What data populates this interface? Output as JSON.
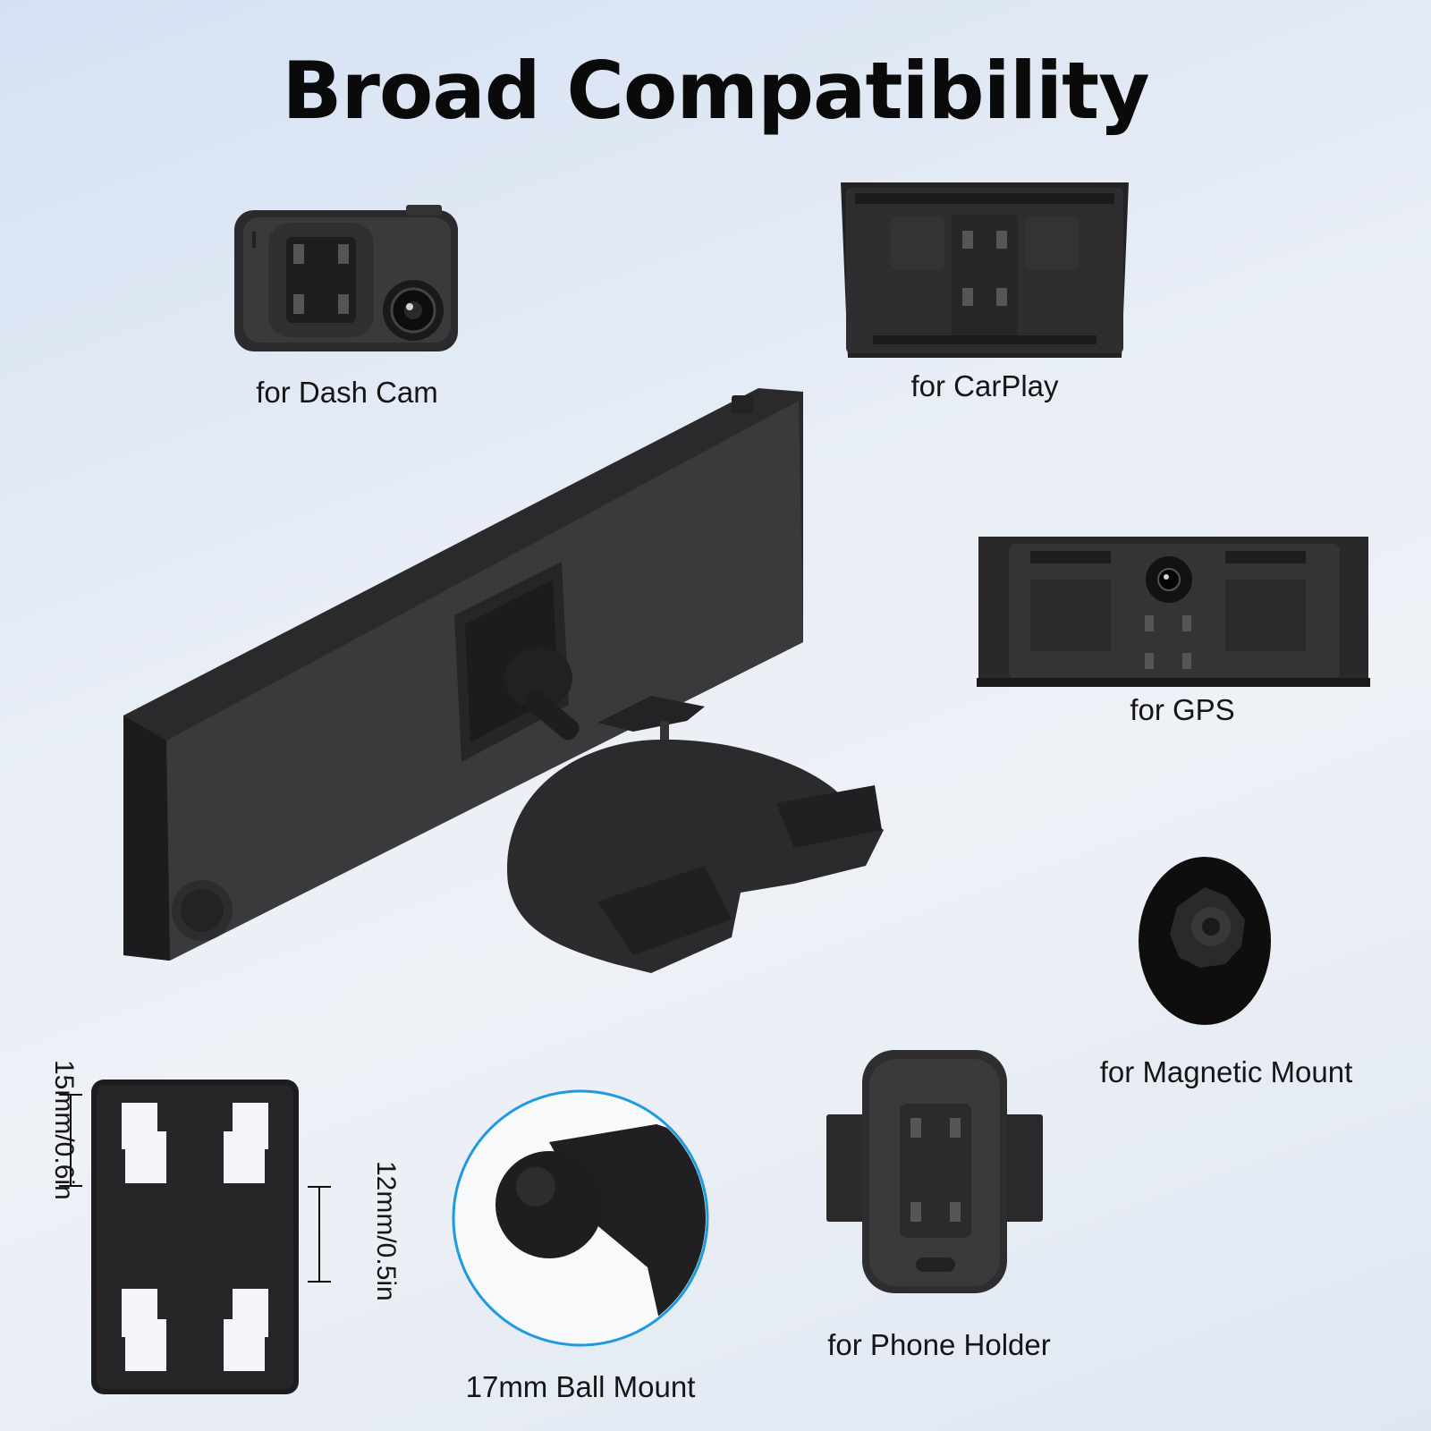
{
  "title": "Broad Compatibility",
  "products": {
    "dash_cam": "for Dash Cam",
    "carplay": "for CarPlay",
    "gps": "for GPS",
    "magnetic_mount": "for Magnetic Mount",
    "phone_holder": "for Phone Holder",
    "ball_mount": "17mm Ball Mount"
  },
  "dimensions": {
    "vertical_spacing": "15mm/0.6in",
    "horizontal_spacing": "12mm/0.5in"
  },
  "colors": {
    "accent_ring": "#1e9ae0",
    "device": "#1c1c1c"
  }
}
